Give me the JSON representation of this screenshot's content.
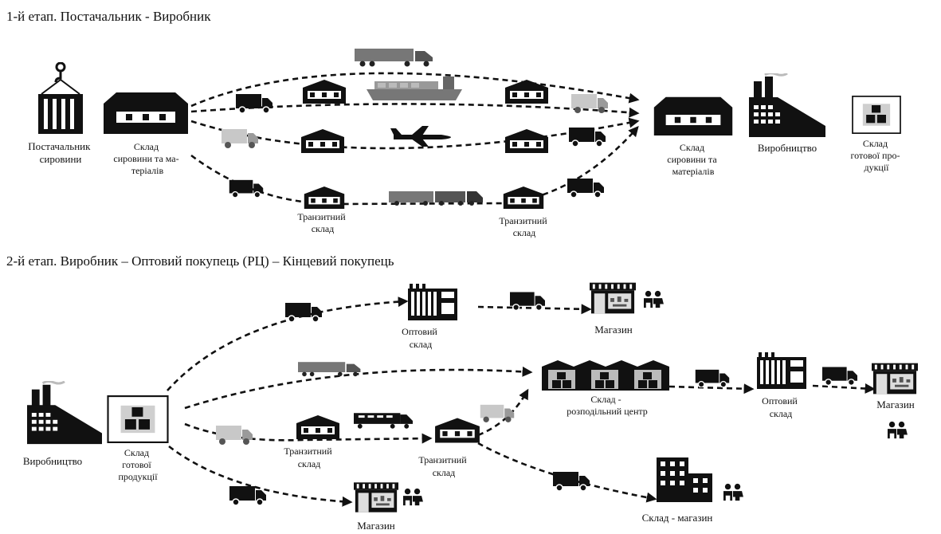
{
  "stage1": {
    "title": "1-й етап. Постачальник - Виробник",
    "supplier": [
      "Постачальник",
      "сировини"
    ],
    "supplier_warehouse": [
      "Склад",
      "сировини та ма-",
      "теріалів"
    ],
    "transit_left": [
      "Транзитний",
      "склад"
    ],
    "transit_right": [
      "Транзитний",
      "склад"
    ],
    "producer_warehouse": [
      "Склад",
      "сировини та",
      "матеріалів"
    ],
    "production": "Виробництво",
    "finished_goods": [
      "Склад",
      "готової про-",
      "дукції"
    ]
  },
  "stage2": {
    "title": "2-й етап. Виробник – Оптовий покупець (РЦ) – Кінцевий покупець",
    "production": "Виробництво",
    "finished_goods": [
      "Склад",
      "готової",
      "продукції"
    ],
    "wholesale_top": [
      "Оптовий",
      "склад"
    ],
    "shop_top": "Магазин",
    "distribution_center": [
      "Склад -",
      "розподільний центр"
    ],
    "wholesale_right": [
      "Оптовий",
      "склад"
    ],
    "shop_right": "Магазин",
    "transit_left": [
      "Транзитний",
      "склад"
    ],
    "transit_mid": [
      "Транзитний",
      "склад"
    ],
    "store_warehouse": "Склад - магазин",
    "shop_bottom": "Магазин"
  },
  "colors": {
    "ink": "#111111",
    "mid_gray": "#777777",
    "light_gray": "#c8c8c8",
    "white": "#ffffff"
  },
  "icons": [
    "container-crane-icon",
    "warehouse-icon",
    "factory-icon",
    "boxes-icon",
    "truck-icon",
    "semi-truck-icon",
    "cargo-ship-icon",
    "airplane-icon",
    "train-icon",
    "shop-icon",
    "people-icon",
    "office-building-icon"
  ]
}
